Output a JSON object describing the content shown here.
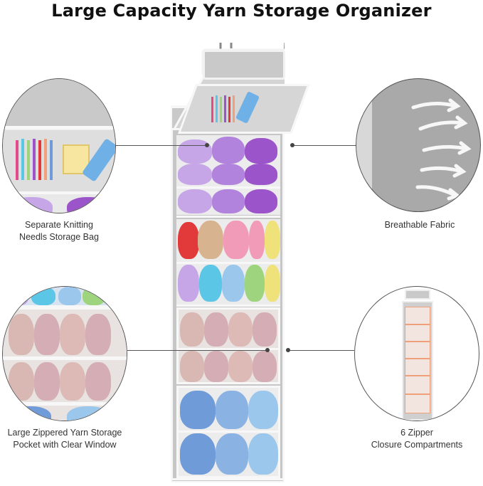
{
  "title": "Large Capacity Yarn Storage Organizer",
  "callouts": {
    "needles": [
      "Separate Knitting",
      "Needls Storage Bag"
    ],
    "fabric": [
      "Breathable Fabric"
    ],
    "pocket": [
      "Large Zippered Yarn Storage",
      "Pocket with Clear Window"
    ],
    "compartments": [
      "6 Zipper",
      "Closure Compartments"
    ]
  },
  "colors": {
    "fabric_gray": "#c9c9c9",
    "frame_white": "#f7f7f7",
    "lavender": "#c6a6e6",
    "purple": "#9b54c9",
    "red": "#e23a3a",
    "pink": "#f29bb8",
    "yellow": "#f0e27a",
    "tan": "#d7b48f",
    "blue": "#6f9bd8",
    "light_blue": "#9cc7ec",
    "cyan": "#5bc6e6",
    "green": "#9ed47e",
    "accent_orange": "#f0a07a"
  }
}
